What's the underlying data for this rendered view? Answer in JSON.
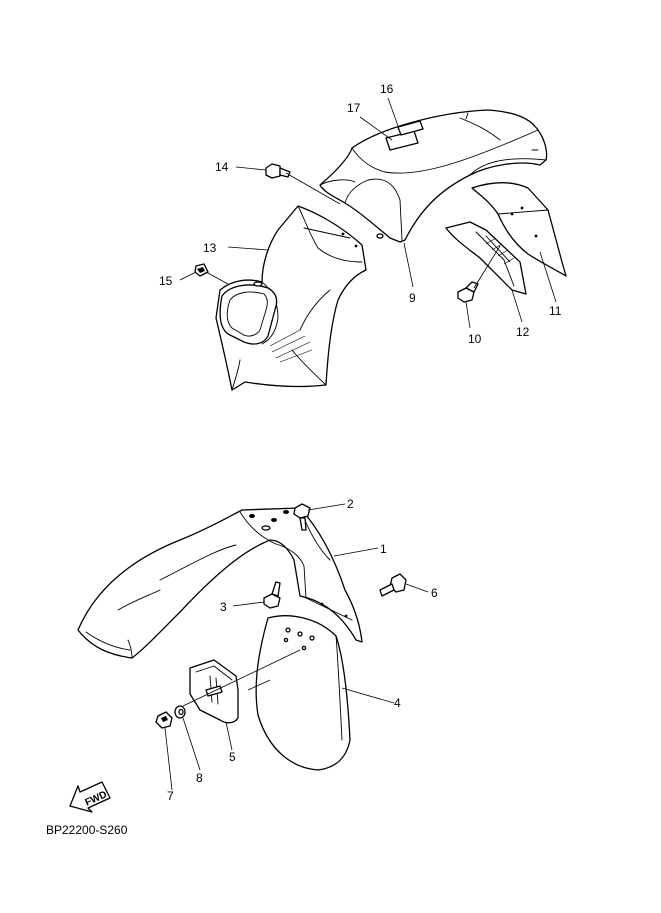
{
  "callouts": {
    "c1": "1",
    "c2": "2",
    "c3": "3",
    "c4": "4",
    "c5": "5",
    "c6": "6",
    "c7": "7",
    "c8": "8",
    "c9": "9",
    "c10": "10",
    "c11": "11",
    "c12": "12",
    "c13": "13",
    "c14": "14",
    "c15": "15",
    "c16": "16",
    "c17": "17"
  },
  "fwd_label": "FWD",
  "figure_code": "BP22200-S260"
}
